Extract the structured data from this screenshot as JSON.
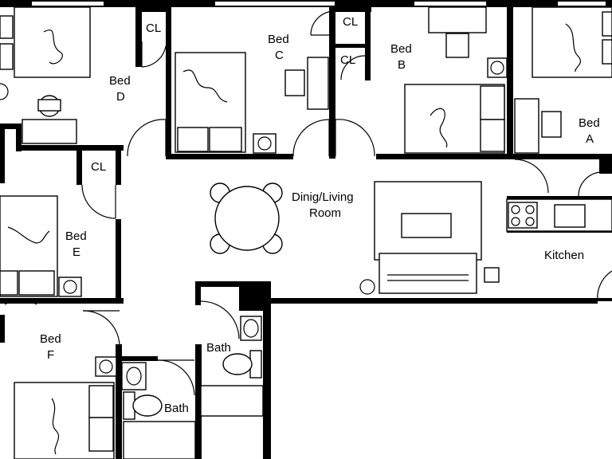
{
  "rooms": {
    "bed_a": [
      "Bed",
      "A"
    ],
    "bed_b": [
      "Bed",
      "B"
    ],
    "bed_c": [
      "Bed",
      "C"
    ],
    "bed_d": [
      "Bed",
      "D"
    ],
    "bed_e": [
      "Bed",
      "E"
    ],
    "bed_f": [
      "Bed",
      "F"
    ],
    "living": [
      "Dinig/Living",
      "Room"
    ],
    "kitchen": "Kitchen",
    "bath_1": "Bath",
    "bath_2": "Bath",
    "closet_c": "CL",
    "closet_b1": "CL",
    "closet_b2": "CL",
    "closet_e": "CL"
  },
  "colors": {
    "wall": "#000000",
    "background": "#ffffff"
  }
}
